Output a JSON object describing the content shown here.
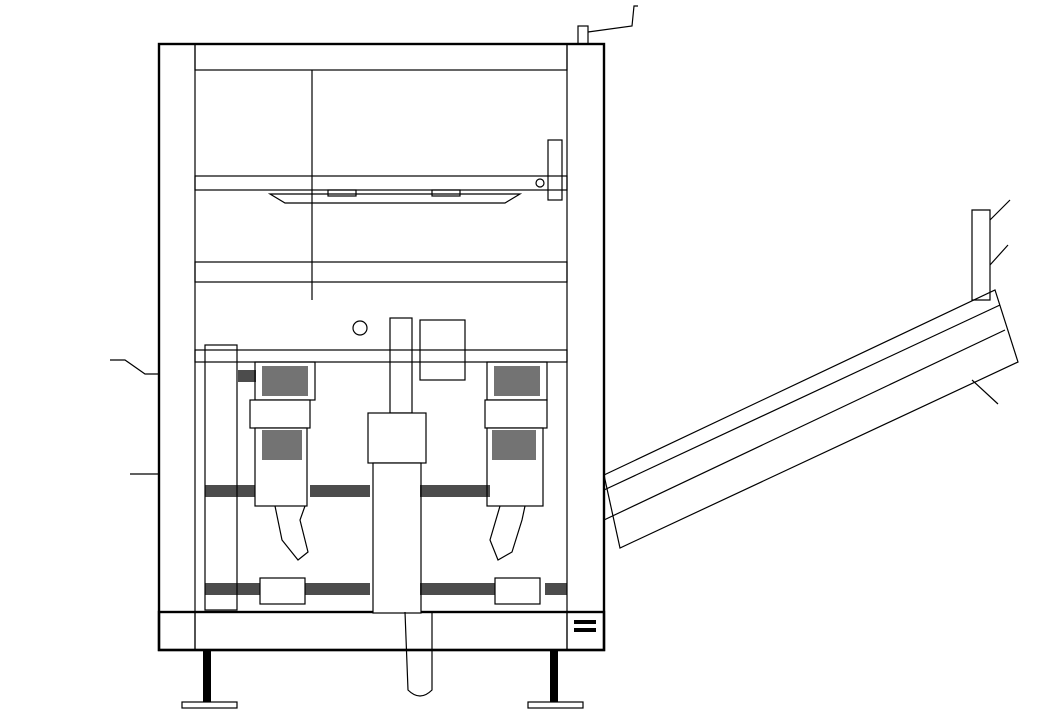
{
  "drawing": {
    "colors": {
      "line": "#000000",
      "background": "#ffffff"
    },
    "components": [
      "frame",
      "top-crank-handle",
      "upper-guide-bar",
      "left-motor",
      "right-motor",
      "center-column",
      "chain-belts",
      "inclined-conveyor",
      "legs",
      "control-box"
    ]
  }
}
